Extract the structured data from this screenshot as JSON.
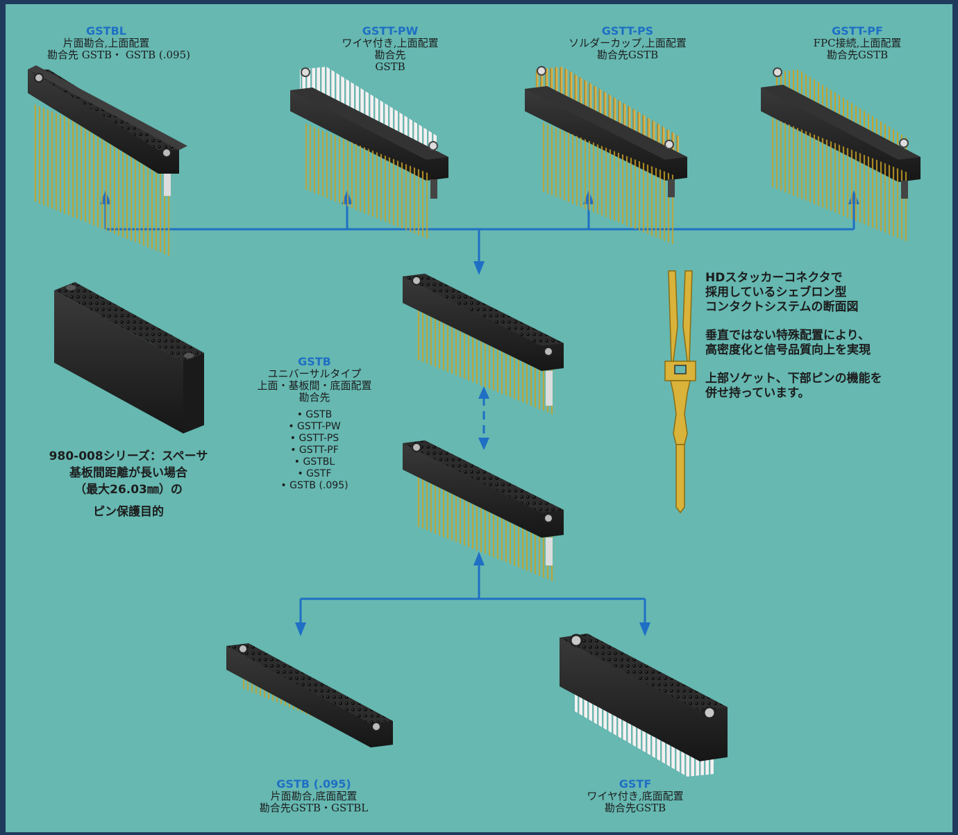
{
  "colors": {
    "background": "#66b8b1",
    "frame": "#1f3a5c",
    "arrow": "#1f6fc4",
    "title": "#1f6fc4",
    "connector_body": "#2b2b2b",
    "pin_gold": "#c9a227",
    "pin_white": "#f2f2f2"
  },
  "top_products": [
    {
      "name": "GSTBL",
      "lines": [
        "片面勘合,上面配置",
        "勘合先 GSTB・ GSTB (.095)"
      ],
      "pin_style": "gold-pins",
      "icon": "connector-image"
    },
    {
      "name": "GSTT-PW",
      "lines": [
        "ワイヤ付き,上面配置",
        "勘合先",
        "GSTB"
      ],
      "pin_style": "white-wire-pins",
      "icon": "connector-image"
    },
    {
      "name": "GSTT-PS",
      "lines": [
        "ソルダーカップ,上面配置",
        "勘合先GSTB"
      ],
      "pin_style": "solder-cup-pins",
      "icon": "connector-image"
    },
    {
      "name": "GSTT-PF",
      "lines": [
        "FPC接続,上面配置",
        "勘合先GSTB"
      ],
      "pin_style": "gold-pins",
      "icon": "connector-image"
    }
  ],
  "center_product": {
    "name": "GSTB",
    "lines": [
      "ユニバーサルタイプ",
      "上面・基板間・底面配置",
      "勘合先"
    ],
    "mates": [
      "• GSTB",
      "• GSTT-PW",
      "• GSTT-PS",
      "• GSTT-PF",
      "• GSTBL",
      "• GSTF",
      "• GSTB (.095)"
    ]
  },
  "spacer": {
    "caption": [
      "980-008シリーズ：スペーサ",
      "基板間距離が長い場合",
      "（最大26.03㎜）の",
      "ピン保護目的"
    ]
  },
  "contact_note": {
    "paragraphs": [
      [
        "HDスタッカーコネクタで",
        "採用しているシェブロン型",
        "コンタクトシステムの断面図"
      ],
      [
        "垂直ではない特殊配置により、",
        "高密度化と信号品質向上を実現"
      ],
      [
        "上部ソケット、下部ピンの機能を",
        "併せ持っています。"
      ]
    ]
  },
  "bottom_products": [
    {
      "name": "GSTB (.095)",
      "lines": [
        "片面勘合,底面配置",
        "勘合先GSTB・GSTBL"
      ],
      "pin_style": "short-gold-pins",
      "icon": "connector-image"
    },
    {
      "name": "GSTF",
      "lines": [
        "ワイヤ付き,底面配置",
        "勘合先GSTB"
      ],
      "pin_style": "white-wire-pins",
      "icon": "connector-image"
    }
  ]
}
